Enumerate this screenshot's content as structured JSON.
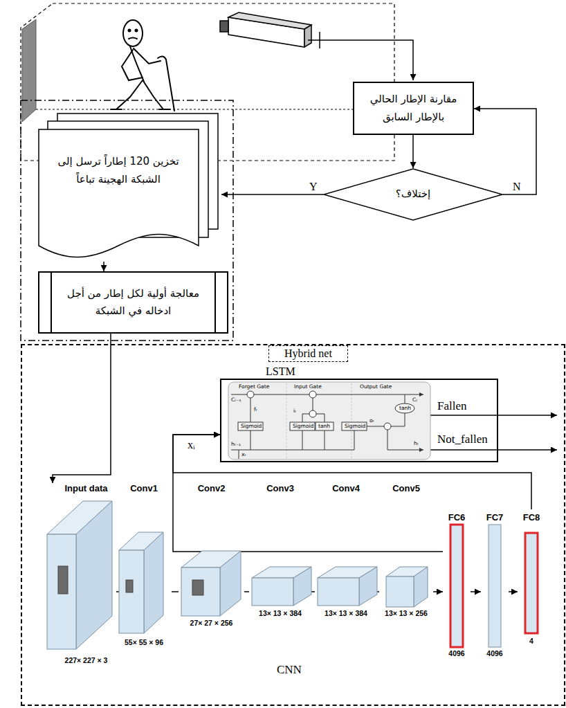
{
  "diagram": {
    "nodes": [
      {
        "text": [
          "مقارنة الإطار الحالي بالإطار السابق"
        ]
      },
      {
        "text": [
          "إختلاف؟"
        ]
      },
      {
        "text": [
          "تخزين 120 إطاراً ترسل إلى الشبكة الهجينة تباعاً"
        ]
      },
      {
        "text": [
          "معالجة أولية لكل إطار من أجل ادخاله في الشبكة"
        ]
      },
      {
        "text": [
          "Hybrid net"
        ]
      },
      {
        "text": [
          "LSTM"
        ],
        "in": 4
      },
      {
        "text": [
          "Input data",
          "227× 227 × 3"
        ],
        "in": 4
      },
      {
        "text": [
          "Conv1",
          "55× 55 × 96"
        ],
        "in": 4
      },
      {
        "text": [
          "Conv2",
          "27× 27 × 256"
        ],
        "in": 4
      },
      {
        "text": [
          "Conv3",
          "13× 13 × 384"
        ],
        "in": 4
      },
      {
        "text": [
          "Conv4",
          "13× 13 × 384"
        ],
        "in": 4
      },
      {
        "text": [
          "Conv5",
          "13× 13 × 256"
        ],
        "in": 4
      },
      {
        "text": [
          "FC6",
          "4096"
        ],
        "in": 4
      },
      {
        "text": [
          "FC7",
          "4096"
        ],
        "in": 4
      },
      {
        "text": [
          "FC8",
          "4"
        ],
        "in": 4
      }
    ],
    "edges": [
      {
        "from": 0,
        "to": 1,
        "arrow": "to"
      },
      {
        "from": 1,
        "to": 2,
        "label": "Y",
        "arrow": "to"
      },
      {
        "from": 1,
        "to": 0,
        "label": "N",
        "arrow": "to"
      },
      {
        "from": 2,
        "to": 3,
        "arrow": "to"
      },
      {
        "from": 3,
        "to": 6,
        "arrow": "to"
      },
      {
        "from": 6,
        "to": 7,
        "arrow": "none"
      },
      {
        "from": 7,
        "to": 8,
        "arrow": "none"
      },
      {
        "from": 8,
        "to": 9,
        "arrow": "none"
      },
      {
        "from": 9,
        "to": 10,
        "arrow": "none"
      },
      {
        "from": 10,
        "to": 11,
        "arrow": "none"
      },
      {
        "from": 11,
        "to": 12,
        "arrow": "to"
      },
      {
        "from": 12,
        "to": 13,
        "arrow": "to"
      },
      {
        "from": 13,
        "to": 14,
        "arrow": "to"
      },
      {
        "from": 12,
        "to": 5,
        "label": "xᵢ",
        "arrow": "to"
      },
      {
        "from": 14,
        "to": 5,
        "arrow": "to"
      }
    ],
    "labels": [
      "Fallen",
      "Not_fallen",
      "CNN",
      "Forget Gate",
      "Input Gate",
      "Output Gate",
      "Sigmoid",
      "Sigmoid",
      "Sigmoid",
      "tanh",
      "tanh",
      "Cₜ₋₁",
      "Cₜ",
      "hₜ₋₁",
      "hₜ",
      "xₜ",
      "fₜ",
      "iₜ",
      "oₜ"
    ]
  }
}
